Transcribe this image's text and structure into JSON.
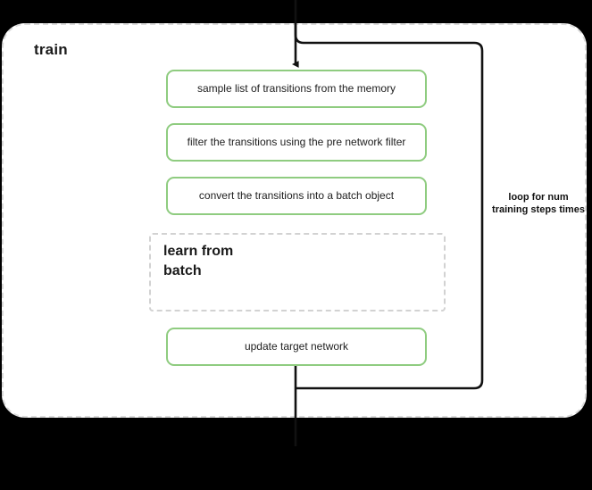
{
  "diagram": {
    "title": "train",
    "background_color": "#000000",
    "panel_color": "#ffffff",
    "panel_border_color": "#dadada",
    "accent_green": "#8fcc80",
    "connector_color": "#111111",
    "steps": [
      {
        "id": "sample",
        "label": "sample list of transitions from the memory"
      },
      {
        "id": "filter",
        "label": "filter the transitions using the pre network filter"
      },
      {
        "id": "convert",
        "label": "convert the transitions into a batch object"
      },
      {
        "id": "update",
        "label": "update target network"
      }
    ],
    "subblock": {
      "id": "learn-from-batch",
      "label": "learn from batch",
      "style": "dashed"
    },
    "loop": {
      "label": "loop for num training steps times",
      "direction": "bottom-to-top"
    }
  }
}
